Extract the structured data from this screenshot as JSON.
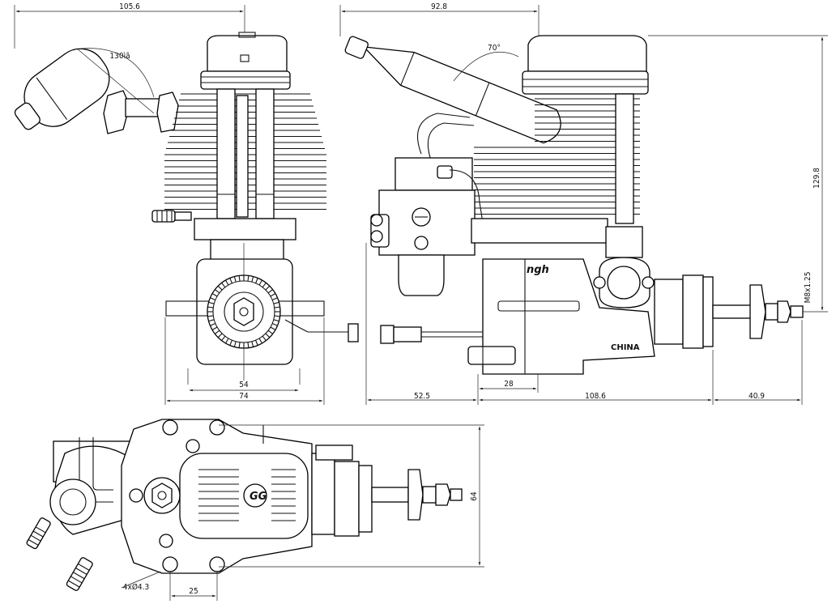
{
  "dimensions": {
    "front_top_width": "105.6",
    "front_angle": "130ìã",
    "front_lower": "54",
    "front_bottom": "74",
    "side_top": "92.8",
    "side_angle": "70°",
    "side_height": "129.8",
    "side_thread": "M8x1.25",
    "side_b1": "52.5",
    "side_b2": "28",
    "side_b3": "108.6",
    "side_b4": "40.9",
    "bottom_height": "64",
    "bottom_spacing": "25",
    "bottom_holes": "4xØ4.3"
  },
  "labels": {
    "brand": "ngh",
    "origin": "CHINA",
    "crankcase_logo": "GG"
  }
}
